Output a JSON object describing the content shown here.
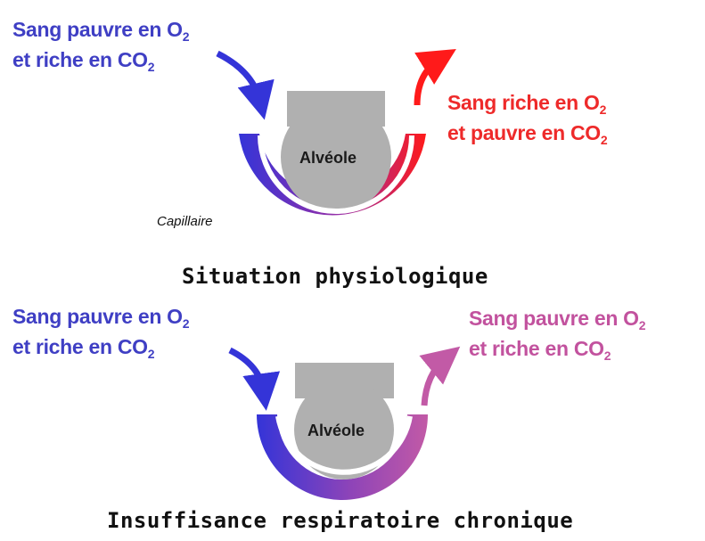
{
  "top": {
    "left_label": {
      "line1": "Sang pauvre en O",
      "line1_sub": "2",
      "line2": "et riche en CO",
      "line2_sub": "2"
    },
    "right_label": {
      "line1": "Sang riche en O",
      "line1_sub": "2",
      "line2": "et pauvre en CO",
      "line2_sub": "2"
    },
    "alveole": "Alvéole",
    "capillaire": "Capillaire",
    "caption": "Situation physiologique",
    "colors": {
      "venous": "#3434d8",
      "arterial": "#ff1a1a",
      "mid": "#9933aa"
    }
  },
  "bottom": {
    "left_label": {
      "line1": "Sang pauvre en O",
      "line1_sub": "2",
      "line2": "et riche en CO",
      "line2_sub": "2"
    },
    "right_label": {
      "line1": "Sang pauvre en O",
      "line1_sub": "2",
      "line2": "et riche en CO",
      "line2_sub": "2"
    },
    "alveole": "Alvéole",
    "caption": "Insuffisance respiratoire chronique",
    "colors": {
      "venous": "#3434d8",
      "outflow": "#c25aa6",
      "mid": "#7a3dbf"
    }
  },
  "icons": {
    "in_arrow": "curved-arrow-in-icon",
    "out_arrow": "curved-arrow-out-icon"
  }
}
